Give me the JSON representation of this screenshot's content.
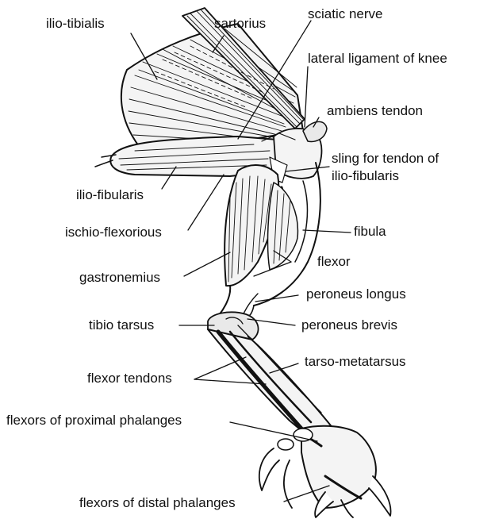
{
  "labels": {
    "ilio_tibialis": "ilio-tibialis",
    "sartorius": "sartorius",
    "sciatic_nerve": "sciatic nerve",
    "lateral_ligament": "lateral ligament of knee",
    "ambiens_tendon": "ambiens tendon",
    "sling_line1": "sling for tendon of",
    "sling_line2": "ilio-fibularis",
    "ilio_fibularis": "ilio-fibularis",
    "ischio_flexorious": "ischio-flexorious",
    "fibula": "fibula",
    "flexor": "flexor",
    "gastronemius": "gastronemius",
    "peroneus_longus": "peroneus longus",
    "tibio_tarsus": "tibio tarsus",
    "peroneus_brevis": "peroneus brevis",
    "tarso_metatarsus": "tarso-metatarsus",
    "flexor_tendons": "flexor tendons",
    "flexors_proximal": "flexors of proximal phalanges",
    "flexors_distal": "flexors of distal phalanges"
  },
  "colors": {
    "ink": "#111111",
    "paper": "#ffffff",
    "muscle_fill": "#f4f4f4",
    "tendon_fill": "#e9e9e9"
  }
}
